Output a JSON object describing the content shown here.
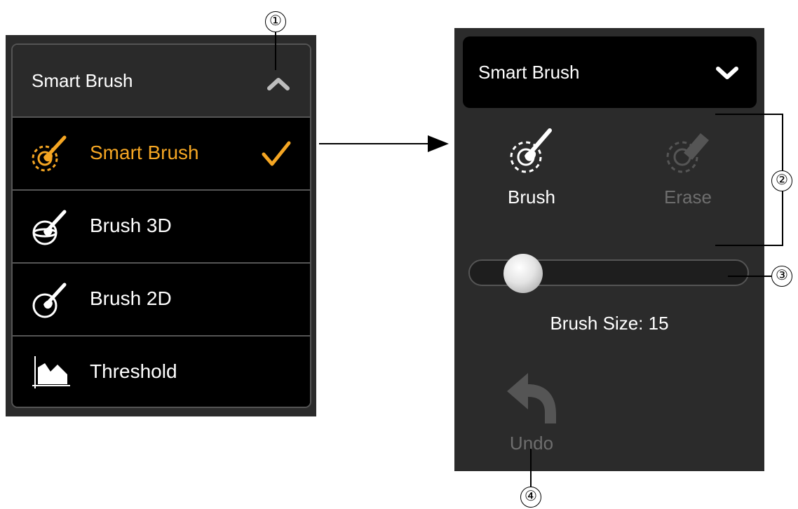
{
  "left_menu": {
    "header_title": "Smart Brush",
    "items": [
      {
        "label": "Smart Brush",
        "icon": "smart-brush-icon",
        "active": true
      },
      {
        "label": "Brush 3D",
        "icon": "brush-3d-icon",
        "active": false
      },
      {
        "label": "Brush 2D",
        "icon": "brush-2d-icon",
        "active": false
      },
      {
        "label": "Threshold",
        "icon": "threshold-icon",
        "active": false
      }
    ]
  },
  "right_panel": {
    "header_title": "Smart Brush",
    "tools": [
      {
        "label": "Brush",
        "icon": "smart-brush-icon",
        "enabled": true
      },
      {
        "label": "Erase",
        "icon": "erase-icon",
        "enabled": false
      }
    ],
    "brush_size_label": "Brush Size: 15",
    "brush_size": 15,
    "undo_label": "Undo"
  },
  "callouts": [
    "①",
    "②",
    "③",
    "④"
  ],
  "colors": {
    "accent": "#f5a623",
    "panel_bg": "#2b2b2b",
    "menu_bg": "#000000",
    "border": "#555555",
    "disabled_text": "#6e6e6e"
  }
}
